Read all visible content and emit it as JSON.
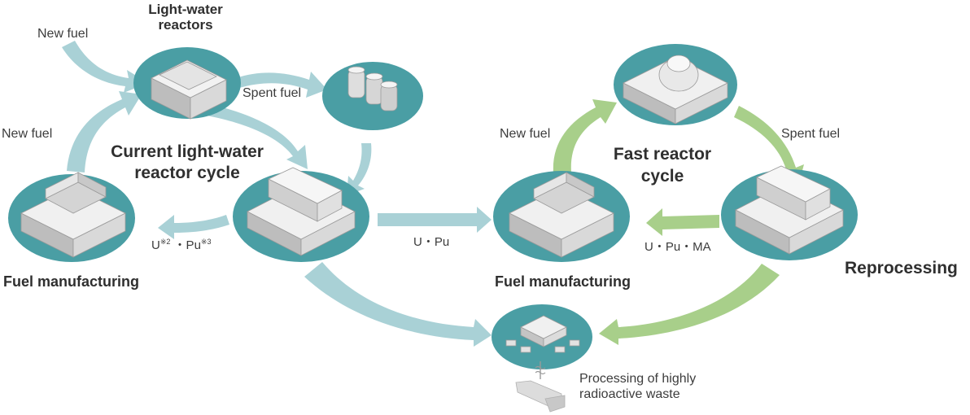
{
  "labels": {
    "lwr_title": "Light-water reactors",
    "new_fuel_1": "New fuel",
    "new_fuel_2": "New fuel",
    "new_fuel_3": "New fuel",
    "spent_fuel_1": "Spent fuel",
    "spent_fuel_2": "Spent fuel",
    "current_cycle": "Current light-water reactor cycle",
    "fast_cycle": "Fast reactor cycle",
    "fuel_manufacturing_1": "Fuel manufacturing",
    "fuel_manufacturing_2": "Fuel manufacturing",
    "reprocessing": "Reprocessing",
    "u_pu_left_u": "U",
    "u_pu_left_sup1": "※2",
    "u_pu_left_mid": " ・Pu",
    "u_pu_left_sup2": "※3",
    "u_pu_center": "U・Pu",
    "u_pu_ma": "U・Pu・MA",
    "waste_processing": "Processing of highly radioactive waste"
  },
  "colors": {
    "platform": "#4a9ea4",
    "blue_arrow": "#a9d1d6",
    "green_arrow": "#a8cf8a",
    "building": "#e6e6e6"
  }
}
